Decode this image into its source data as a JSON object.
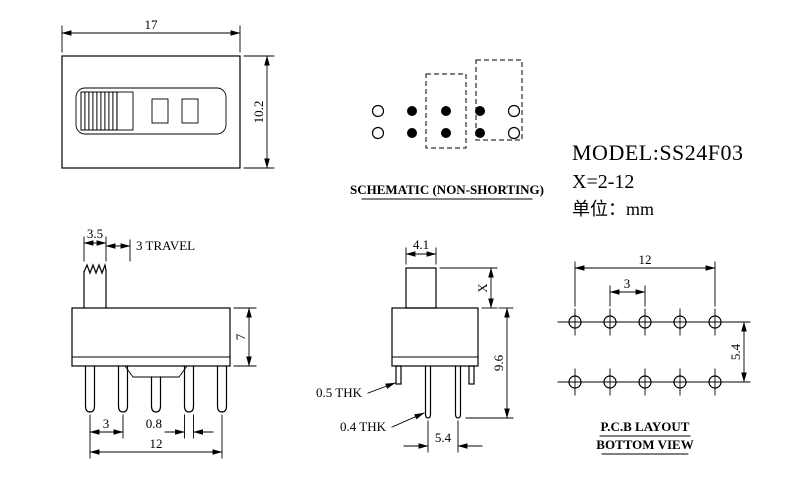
{
  "colors": {
    "line": "#000000",
    "background": "#ffffff"
  },
  "title_block": {
    "model": "MODEL:SS24F03",
    "x_spec": "X=2-12",
    "unit": "单位：mm"
  },
  "top_view": {
    "dim_width": "17",
    "dim_height": "10.2"
  },
  "schematic": {
    "caption": "SCHEMATIC (NON-SHORTING)"
  },
  "front_view": {
    "dim_knob_width": "3.5",
    "dim_travel": "3 TRAVEL",
    "dim_body_height": "7",
    "dim_pin_pitch": "3",
    "dim_pin_width": "0.8",
    "dim_overall": "12"
  },
  "side_view": {
    "dim_knob_width": "4.1",
    "dim_knob_height": "X",
    "dim_height": "9.6",
    "dim_tab_thickness": "0.5 THK",
    "dim_pin_thickness": "0.4 THK",
    "dim_pin_span": "5.4"
  },
  "pcb_layout": {
    "dim_overall": "12",
    "dim_pitch": "3",
    "dim_row_span": "5.4",
    "caption_line1": "P.C.B LAYOUT",
    "caption_line2": "BOTTOM VIEW"
  }
}
